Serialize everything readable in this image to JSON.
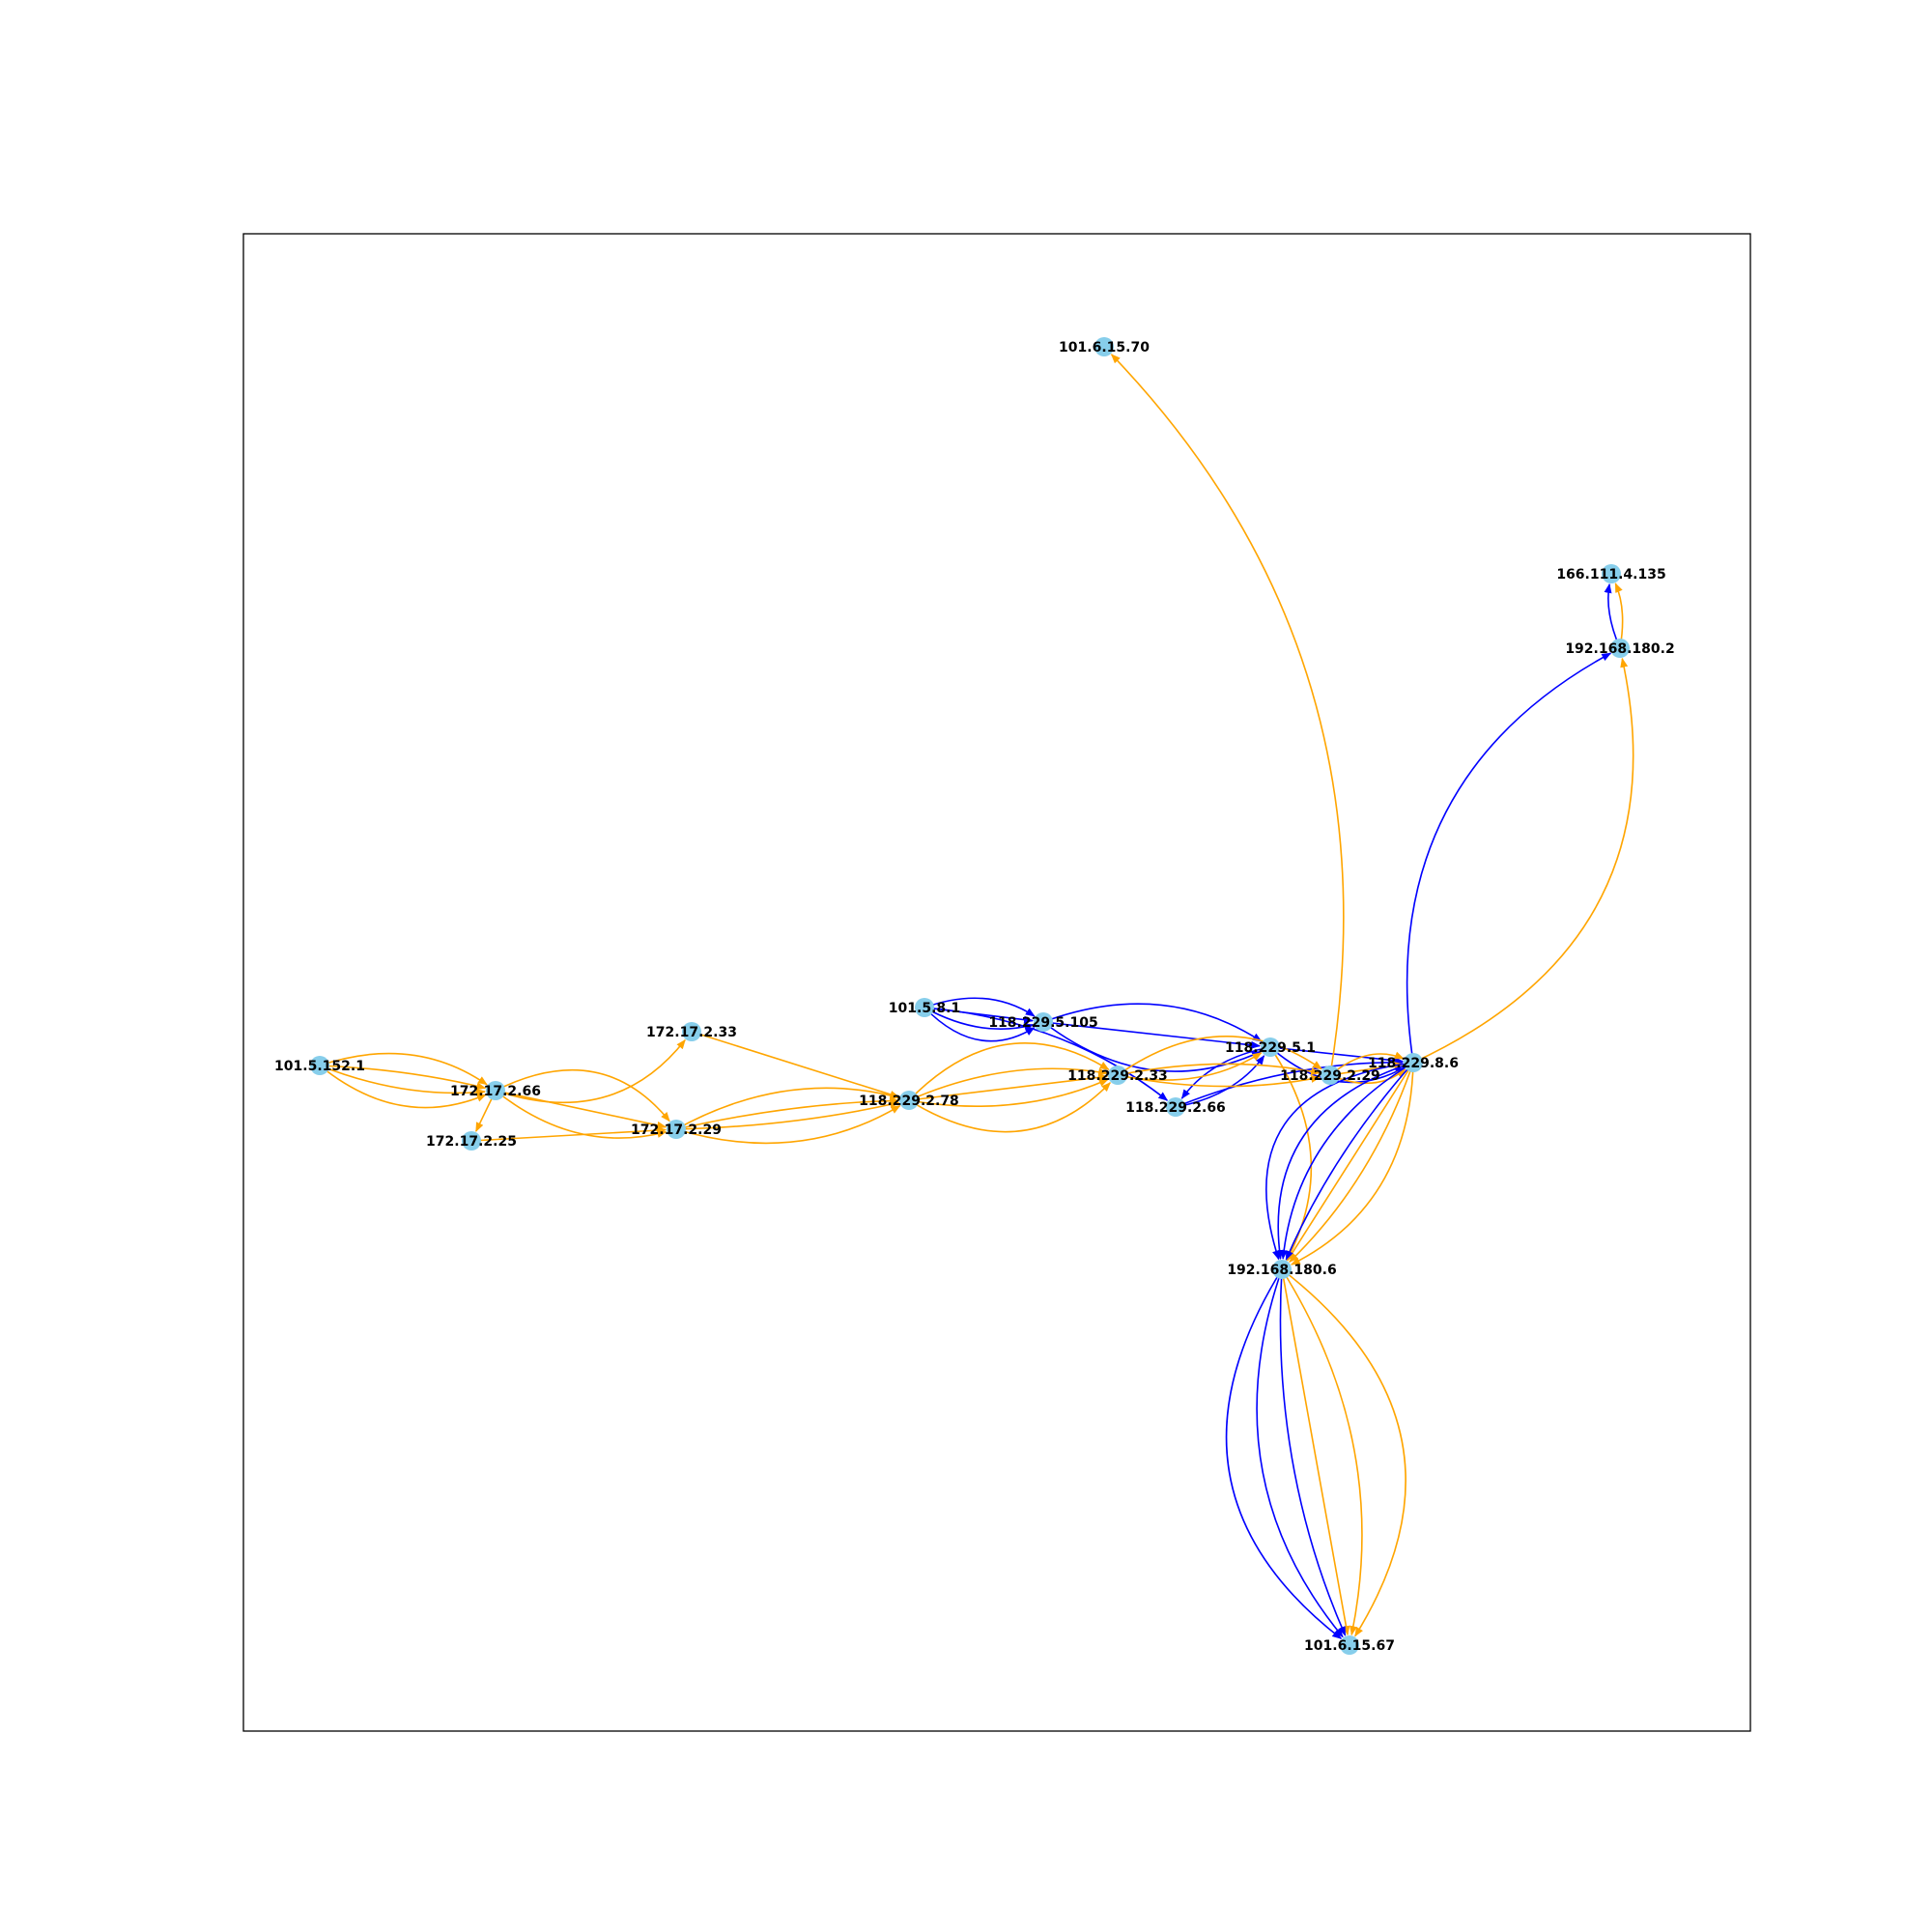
{
  "colors": {
    "node": "#87ceeb",
    "edge_blue": "#0000ff",
    "edge_orange": "#ffa500",
    "frame": "#000000"
  },
  "nodes": [
    {
      "id": "101.6.15.70",
      "label": "101.6.15.70"
    },
    {
      "id": "166.111.4.135",
      "label": "166.111.4.135"
    },
    {
      "id": "192.168.180.2",
      "label": "192.168.180.2"
    },
    {
      "id": "101.5.8.1",
      "label": "101.5.8.1"
    },
    {
      "id": "118.229.5.105",
      "label": "118.229.5.105"
    },
    {
      "id": "172.17.2.33",
      "label": "172.17.2.33"
    },
    {
      "id": "118.229.5.1",
      "label": "118.229.5.1"
    },
    {
      "id": "118.229.8.6",
      "label": "118.229.8.6"
    },
    {
      "id": "101.5.152.1",
      "label": "101.5.152.1"
    },
    {
      "id": "118.229.2.33",
      "label": "118.229.2.33"
    },
    {
      "id": "118.229.2.29",
      "label": "118.229.2.29"
    },
    {
      "id": "172.17.2.66",
      "label": "172.17.2.66"
    },
    {
      "id": "118.229.2.78",
      "label": "118.229.2.78"
    },
    {
      "id": "118.229.2.66",
      "label": "118.229.2.66"
    },
    {
      "id": "172.17.2.29",
      "label": "172.17.2.29"
    },
    {
      "id": "172.17.2.25",
      "label": "172.17.2.25"
    },
    {
      "id": "192.168.180.6",
      "label": "192.168.180.6"
    },
    {
      "id": "101.6.15.67",
      "label": "101.6.15.67"
    }
  ],
  "edges": [
    {
      "source": "101.5.152.1",
      "target": "172.17.2.66",
      "color": "orange",
      "bend": 0.3
    },
    {
      "source": "101.5.152.1",
      "target": "172.17.2.66",
      "color": "orange",
      "bend": 0.12
    },
    {
      "source": "101.5.152.1",
      "target": "172.17.2.66",
      "color": "orange",
      "bend": -0.05
    },
    {
      "source": "101.5.152.1",
      "target": "172.17.2.66",
      "color": "orange",
      "bend": -0.25
    },
    {
      "source": "172.17.2.66",
      "target": "172.17.2.25",
      "color": "orange",
      "bend": 0
    },
    {
      "source": "172.17.2.25",
      "target": "172.17.2.29",
      "color": "orange",
      "bend": 0
    },
    {
      "source": "172.17.2.66",
      "target": "172.17.2.29",
      "color": "orange",
      "bend": 0.25
    },
    {
      "source": "172.17.2.66",
      "target": "172.17.2.29",
      "color": "orange",
      "bend": 0
    },
    {
      "source": "172.17.2.66",
      "target": "172.17.2.29",
      "color": "orange",
      "bend": -0.4
    },
    {
      "source": "172.17.2.66",
      "target": "172.17.2.33",
      "color": "orange",
      "bend": 0.35
    },
    {
      "source": "172.17.2.33",
      "target": "118.229.2.78",
      "color": "orange",
      "bend": 0
    },
    {
      "source": "172.17.2.29",
      "target": "118.229.2.78",
      "color": "orange",
      "bend": 0.22
    },
    {
      "source": "172.17.2.29",
      "target": "118.229.2.78",
      "color": "orange",
      "bend": 0.05
    },
    {
      "source": "172.17.2.29",
      "target": "118.229.2.78",
      "color": "orange",
      "bend": -0.05
    },
    {
      "source": "172.17.2.29",
      "target": "118.229.2.78",
      "color": "orange",
      "bend": -0.2
    },
    {
      "source": "118.229.2.78",
      "target": "118.229.2.33",
      "color": "orange",
      "bend": 0.4
    },
    {
      "source": "118.229.2.78",
      "target": "118.229.2.33",
      "color": "orange",
      "bend": 0.15
    },
    {
      "source": "118.229.2.78",
      "target": "118.229.2.33",
      "color": "orange",
      "bend": 0
    },
    {
      "source": "118.229.2.78",
      "target": "118.229.2.33",
      "color": "orange",
      "bend": -0.15
    },
    {
      "source": "118.229.2.78",
      "target": "118.229.2.33",
      "color": "orange",
      "bend": -0.4
    },
    {
      "source": "101.5.8.1",
      "target": "118.229.5.105",
      "color": "blue",
      "bend": 0.4
    },
    {
      "source": "101.5.8.1",
      "target": "118.229.5.105",
      "color": "blue",
      "bend": 0.2
    },
    {
      "source": "101.5.8.1",
      "target": "118.229.5.105",
      "color": "blue",
      "bend": 0
    },
    {
      "source": "101.5.8.1",
      "target": "118.229.5.105",
      "color": "blue",
      "bend": -0.25
    },
    {
      "source": "101.5.8.1",
      "target": "118.229.2.66",
      "color": "blue",
      "bend": -0.15
    },
    {
      "source": "118.229.5.105",
      "target": "118.229.5.1",
      "color": "blue",
      "bend": 0.3
    },
    {
      "source": "118.229.5.105",
      "target": "118.229.5.1",
      "color": "blue",
      "bend": 0
    },
    {
      "source": "118.229.5.105",
      "target": "118.229.5.1",
      "color": "blue",
      "bend": -0.25
    },
    {
      "source": "118.229.2.66",
      "target": "118.229.5.1",
      "color": "blue",
      "bend": 0.2
    },
    {
      "source": "118.229.5.1",
      "target": "118.229.2.66",
      "color": "blue",
      "bend": 0.2
    },
    {
      "source": "118.229.2.66",
      "target": "118.229.8.6",
      "color": "blue",
      "bend": -0.1
    },
    {
      "source": "118.229.5.1",
      "target": "118.229.8.6",
      "color": "blue",
      "bend": 0.35
    },
    {
      "source": "118.229.5.1",
      "target": "118.229.8.6",
      "color": "blue",
      "bend": 0
    },
    {
      "source": "118.229.2.33",
      "target": "118.229.5.1",
      "color": "orange",
      "bend": 0.2
    },
    {
      "source": "118.229.2.33",
      "target": "118.229.2.29",
      "color": "orange",
      "bend": 0.1
    },
    {
      "source": "118.229.2.33",
      "target": "118.229.2.29",
      "color": "orange",
      "bend": -0.1
    },
    {
      "source": "118.229.2.33",
      "target": "118.229.2.29",
      "color": "orange",
      "bend": -0.35
    },
    {
      "source": "118.229.2.29",
      "target": "118.229.8.6",
      "color": "orange",
      "bend": 0.3
    },
    {
      "source": "118.229.2.29",
      "target": "118.229.8.6",
      "color": "orange",
      "bend": 0
    },
    {
      "source": "118.229.2.29",
      "target": "118.229.8.6",
      "color": "orange",
      "bend": -0.3
    },
    {
      "source": "118.229.8.6",
      "target": "192.168.180.2",
      "color": "blue",
      "bend": -0.35
    },
    {
      "source": "118.229.8.6",
      "target": "192.168.180.2",
      "color": "orange",
      "bend": 0.4
    },
    {
      "source": "192.168.180.2",
      "target": "166.111.4.135",
      "color": "blue",
      "bend": -0.15
    },
    {
      "source": "192.168.180.2",
      "target": "166.111.4.135",
      "color": "orange",
      "bend": 0.15
    },
    {
      "source": "118.229.2.29",
      "target": "101.6.15.70",
      "color": "orange",
      "bend": 0.25
    },
    {
      "source": "118.229.5.1",
      "target": "192.168.180.6",
      "color": "orange",
      "bend": -0.3
    },
    {
      "source": "118.229.8.6",
      "target": "192.168.180.6",
      "color": "orange",
      "bend": -0.3
    },
    {
      "source": "118.229.8.6",
      "target": "192.168.180.6",
      "color": "orange",
      "bend": -0.12
    },
    {
      "source": "118.229.8.6",
      "target": "192.168.180.6",
      "color": "orange",
      "bend": 0
    },
    {
      "source": "118.229.8.6",
      "target": "192.168.180.6",
      "color": "blue",
      "bend": 0.08
    },
    {
      "source": "118.229.8.6",
      "target": "192.168.180.6",
      "color": "blue",
      "bend": 0.25
    },
    {
      "source": "118.229.8.6",
      "target": "192.168.180.6",
      "color": "blue",
      "bend": 0.42
    },
    {
      "source": "118.229.8.6",
      "target": "192.168.180.6",
      "color": "blue",
      "bend": 0.6
    },
    {
      "source": "192.168.180.6",
      "target": "101.6.15.67",
      "color": "orange",
      "bend": -0.45
    },
    {
      "source": "192.168.180.6",
      "target": "101.6.15.67",
      "color": "orange",
      "bend": -0.2
    },
    {
      "source": "192.168.180.6",
      "target": "101.6.15.67",
      "color": "orange",
      "bend": 0
    },
    {
      "source": "192.168.180.6",
      "target": "101.6.15.67",
      "color": "blue",
      "bend": 0.12
    },
    {
      "source": "192.168.180.6",
      "target": "101.6.15.67",
      "color": "blue",
      "bend": 0.28
    },
    {
      "source": "192.168.180.6",
      "target": "101.6.15.67",
      "color": "blue",
      "bend": 0.45
    }
  ]
}
